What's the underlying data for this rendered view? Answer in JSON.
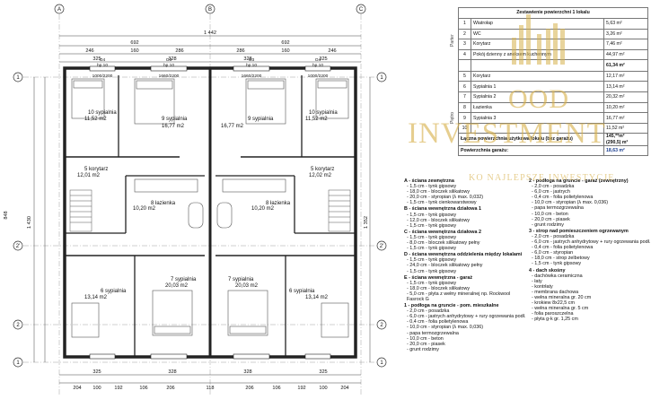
{
  "table": {
    "title": "Zestawienie powierzchni 1 lokalu",
    "floor_ground": "Parter",
    "floor_upper": "Piętro",
    "rows_ground": [
      {
        "no": "1",
        "name": "Wiatrołap",
        "area": "5,63 m²"
      },
      {
        "no": "2",
        "name": "WC",
        "area": "3,26 m²"
      },
      {
        "no": "3",
        "name": "Korytarz",
        "area": "7,46 m²"
      },
      {
        "no": "4",
        "name": "Pokój dzienny z aneksem kuchennym",
        "area": "44,97 m²"
      }
    ],
    "sum_ground": "61,34 m²",
    "rows_upper": [
      {
        "no": "5",
        "name": "Korytarz",
        "area": "12,17 m²"
      },
      {
        "no": "6",
        "name": "Sypialnia 1",
        "area": "13,14 m²"
      },
      {
        "no": "7",
        "name": "Sypialnia 2",
        "area": "20,32 m²"
      },
      {
        "no": "8",
        "name": "Łazienka",
        "area": "10,20 m²"
      },
      {
        "no": "9",
        "name": "Sypialnia 3",
        "area": "16,77 m²"
      },
      {
        "no": "10",
        "name": "",
        "area": "11,52 m²"
      }
    ],
    "total_label": "Łączna powierzchnia użytkowa lokalu (bez garażu)",
    "total_value": "145,**m²",
    "total_value2": "(290,5) m²",
    "garage_label": "Powierzchnia garażu:",
    "garage_value": "18,63 m²"
  },
  "specs_left": [
    {
      "h": "A - ściana zewnętrzna",
      "items": [
        "- 1,5 cm - tynk gipsowy",
        "- 18,0 cm - bloczek silikatowy",
        "- 20,0 cm - styropian (λ max. 0,032)",
        "- 1,5 cm - tynk cienkowarstwowy"
      ]
    },
    {
      "h": "B - ściana wewnętrzna działowa 1",
      "items": [
        "- 1,5 cm - tynk gipsowy",
        "- 12,0 cm - bloczek silikatowy",
        "- 1,5 cm - tynk gipsowy"
      ]
    },
    {
      "h": "C - ściana wewnętrzna działowa 2",
      "items": [
        "- 1,5 cm - tynk gipsowy",
        "- 8,0 cm - bloczek silikatowy pełny",
        "- 1,5 cm - tynk gipsowy"
      ]
    },
    {
      "h": "D - ściana wewnętrzna oddzielenia między lokalami",
      "items": [
        "- 1,5 cm - tynk gipsowy",
        "- 24,0 cm - bloczek silikatowy pełny",
        "- 1,5 cm - tynk gipsowy"
      ]
    },
    {
      "h": "E - ściana wewnętrzna - garaż",
      "items": [
        "- 1,5 cm - tynk gipsowy",
        "- 18,0 cm - bloczek silikatowy",
        "- 5,0 cm - płyta z wełny mineralnej np. Rockwool Fasrock G"
      ]
    },
    {
      "h": "1 - podłoga na gruncie - pom. mieszkalne",
      "items": [
        "- 2,0 cm - posadzka",
        "- 6,0 cm - jastrych anhydrytowy + rury ogrzewania podł.",
        "- 0,4 cm - folia polietylenowa",
        "- 10,0 cm - styropian (λ max. 0,036)",
        "- papa termozgrzewalna",
        "- 10,0 cm - beton",
        "- 20,0 cm - piasek",
        "- grunt rodzimy"
      ]
    }
  ],
  "specs_right": [
    {
      "h": "2 - podłoga na gruncie - garaż (zewnętrzny)",
      "items": [
        "- 2,0 cm - posadzka",
        "- 6,0 cm - jastrych",
        "- 0,4 cm - folia polietylenowa",
        "- 10,0 cm - styropian (λ max. 0,036)",
        "- papa termozgrzewalna",
        "- 10,0 cm - beton",
        "- 20,0 cm - piasek",
        "- grunt rodzimy"
      ]
    },
    {
      "h": "3 - strop nad pomieszczeniem ogrzewanym",
      "items": [
        "- 2,0 cm - posadzka",
        "- 6,0 cm - jastrych anhydrytowy + rury ogrzewania podł.",
        "- 0,4 cm - folia polietylenowa",
        "- 6,0 cm - styropian",
        "- 18,0 cm - strop żelbetowy",
        "- 1,5 cm - tynk gipsowy"
      ]
    },
    {
      "h": "4 - dach skośny",
      "items": [
        "- dachówka ceramiczna",
        "- łaty",
        "- kontrłaty",
        "- membrana dachowa",
        "- wełna mineralna gr. 20 cm",
        "- krokiew 8x22,5 cm",
        "- wełna mineralna gr. 5 cm",
        "- folia paroszczelna",
        "- płyta g-k gr. 1,25 cm"
      ]
    }
  ],
  "plan": {
    "axes_top": [
      "A",
      "B",
      "C"
    ],
    "axes_side": [
      "1",
      "2'",
      "2",
      "1"
    ],
    "dim_total": "1 442",
    "dim_halves": [
      "692",
      "692"
    ],
    "dims_top": [
      "246",
      "160",
      "286",
      "286",
      "160",
      "246"
    ],
    "dims_top2": [
      "325",
      "328",
      "328",
      "325"
    ],
    "dims_bottom": [
      "204",
      "100",
      "192",
      "106",
      "206",
      "118",
      "206",
      "106",
      "192",
      "100",
      "204"
    ],
    "dims_bottom2": [
      "325",
      "328",
      "328",
      "325"
    ],
    "dim_left_total": "1 430",
    "dim_right_total": "1 352",
    "dim_left": "848",
    "rooms": [
      {
        "no": "10",
        "name": "sypialnia",
        "area": "11,52 m2"
      },
      {
        "no": "9",
        "name": "sypialnia",
        "area": "16,77 m2"
      },
      {
        "no": "9",
        "name": "sypialnia",
        "area": "16,77 m2"
      },
      {
        "no": "10",
        "name": "sypialnia",
        "area": "11,52 m2"
      },
      {
        "no": "5",
        "name": "korytarz",
        "area": "12,01 m2"
      },
      {
        "no": "5",
        "name": "korytarz",
        "area": "12,02 m2"
      },
      {
        "no": "8",
        "name": "łazienka",
        "area": "10,20 m2"
      },
      {
        "no": "8",
        "name": "łazienka",
        "area": "10,20 m2"
      },
      {
        "no": "7",
        "name": "sypialnia",
        "area": "20,03 m2"
      },
      {
        "no": "7",
        "name": "sypialnia",
        "area": "20,03 m2"
      },
      {
        "no": "6",
        "name": "sypialnia",
        "area": "13,14 m2"
      },
      {
        "no": "6",
        "name": "sypialnia",
        "area": "13,14 m2"
      }
    ],
    "window_tags": [
      "O4",
      "O3",
      "O3",
      "O4"
    ],
    "window_sizes": [
      "1000/2200",
      "1660/2200",
      "1660/2200",
      "1000/2200"
    ],
    "hp_tag": "hp 10"
  },
  "watermark": {
    "word1": "OOD",
    "word2": "INVESTMENT",
    "tagline": "KO NAJLEPSZE INWESTYCJE"
  },
  "colors": {
    "wall": "#222222",
    "dim": "#444444",
    "watermark": "#d6b04a"
  }
}
